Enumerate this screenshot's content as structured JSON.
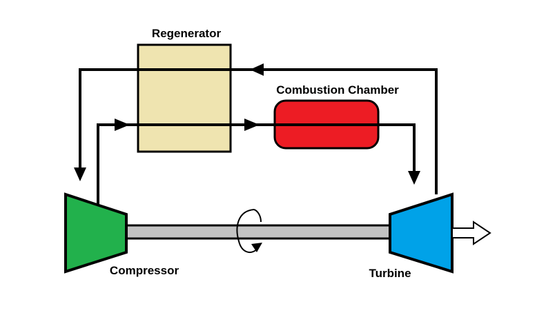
{
  "labels": {
    "regenerator": "Regenerator",
    "combustion_chamber": "Combustion Chamber",
    "compressor": "Compressor",
    "turbine": "Turbine"
  },
  "colors": {
    "regenerator": "#efe4b0",
    "combustion_chamber": "#ed1c24",
    "compressor": "#22b14c",
    "turbine": "#00a2e8",
    "shaft": "#c3c3c3",
    "lines": "#000000"
  }
}
